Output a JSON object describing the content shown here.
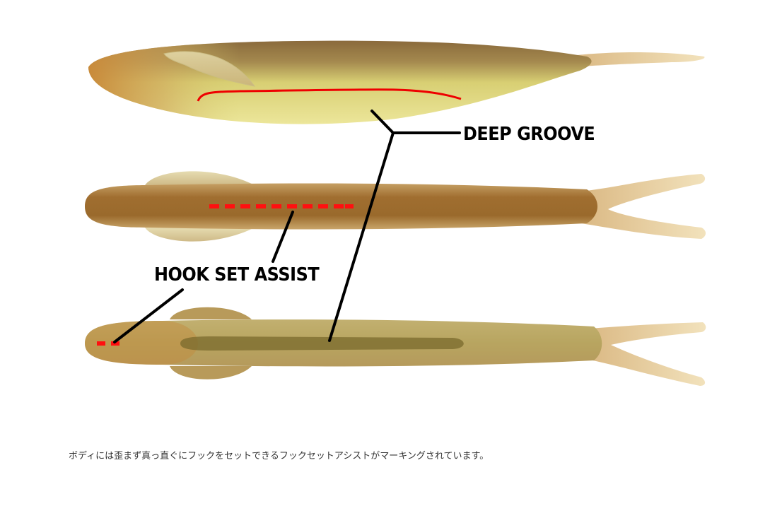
{
  "callouts": {
    "deep_groove": "DEEP GROOVE",
    "hook_set_assist": "HOOK SET ASSIST"
  },
  "caption": "ボディには歪まず真っ直ぐにフックをセットできるフックセットアシストがマーキングされています。",
  "colors": {
    "marker_red": "#ff0000",
    "leader_black": "#000000",
    "body_yellow": "#e6dc7a",
    "body_brown": "#a06a2a",
    "tail_cream": "#f0dcb0"
  },
  "lures": [
    {
      "view": "side-view"
    },
    {
      "view": "top-view"
    },
    {
      "view": "bottom-view"
    }
  ]
}
